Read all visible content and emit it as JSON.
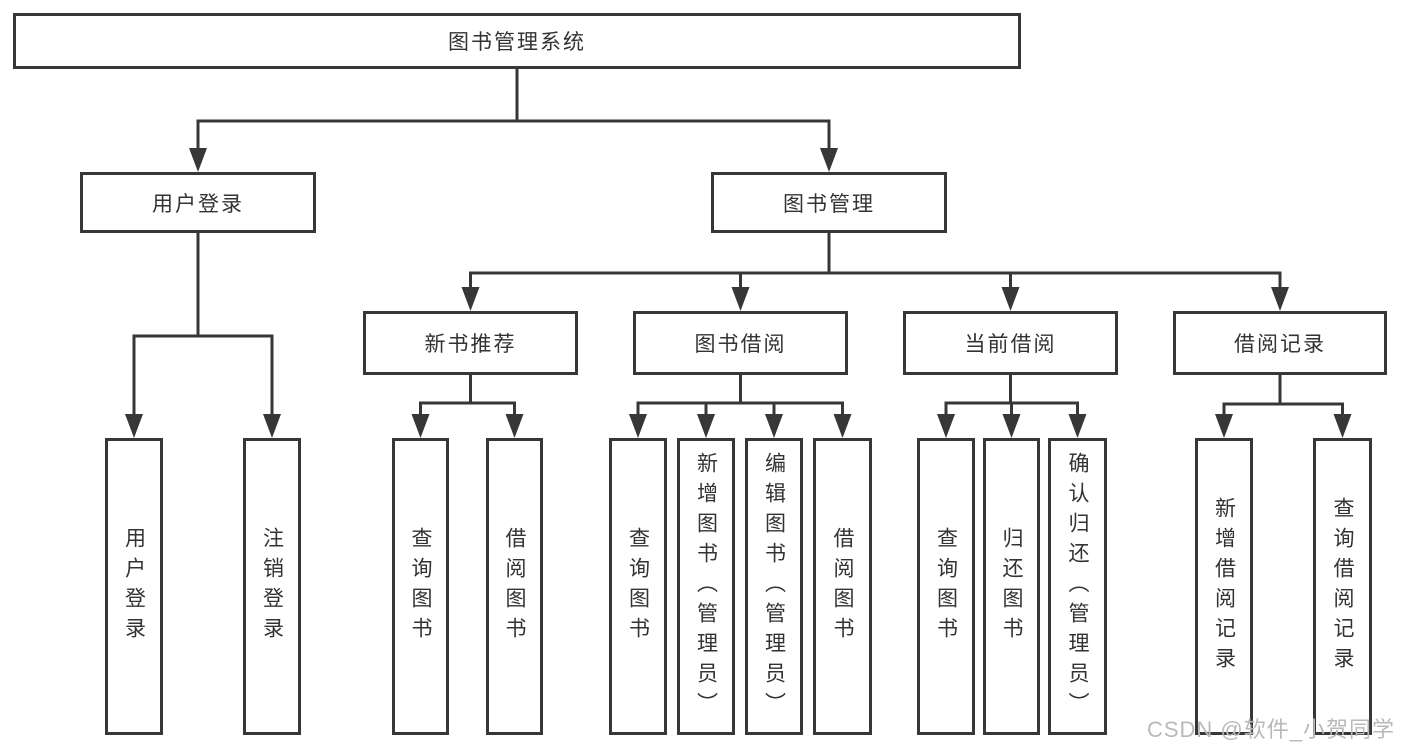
{
  "nodes": {
    "root": {
      "label": "图书管理系统"
    },
    "user_login_branch": {
      "label": "用户登录"
    },
    "book_management": {
      "label": "图书管理"
    },
    "new_book_recommend": {
      "label": "新书推荐"
    },
    "book_borrowing": {
      "label": "图书借阅"
    },
    "current_borrowing": {
      "label": "当前借阅"
    },
    "borrowing_records": {
      "label": "借阅记录"
    },
    "user_login": {
      "label": "用户登录"
    },
    "logout_login": {
      "label": "注销登录"
    },
    "query_book_a": {
      "label": "查询图书"
    },
    "borrow_book_a": {
      "label": "借阅图书"
    },
    "query_book_b": {
      "label": "查询图书"
    },
    "add_book_admin": {
      "label": "新增图书（管理员）"
    },
    "edit_book_admin": {
      "label": "编辑图书（管理员）"
    },
    "borrow_book_b": {
      "label": "借阅图书"
    },
    "query_book_c": {
      "label": "查询图书"
    },
    "return_book": {
      "label": "归还图书"
    },
    "confirm_return_admin": {
      "label": "确认归还（管理员）"
    },
    "add_borrow_record": {
      "label": "新增借阅记录"
    },
    "query_borrow_record": {
      "label": "查询借阅记录"
    }
  },
  "edges": [
    {
      "from": "root",
      "to": [
        "user_login_branch",
        "book_management"
      ]
    },
    {
      "from": "user_login_branch",
      "to": [
        "user_login",
        "logout_login"
      ]
    },
    {
      "from": "book_management",
      "to": [
        "new_book_recommend",
        "book_borrowing",
        "current_borrowing",
        "borrowing_records"
      ]
    },
    {
      "from": "new_book_recommend",
      "to": [
        "query_book_a",
        "borrow_book_a"
      ]
    },
    {
      "from": "book_borrowing",
      "to": [
        "query_book_b",
        "add_book_admin",
        "edit_book_admin",
        "borrow_book_b"
      ]
    },
    {
      "from": "current_borrowing",
      "to": [
        "query_book_c",
        "return_book",
        "confirm_return_admin"
      ]
    },
    {
      "from": "borrowing_records",
      "to": [
        "add_borrow_record",
        "query_borrow_record"
      ]
    }
  ],
  "watermark": {
    "text": "CSDN @软件_小贺同学"
  },
  "colors": {
    "line": "#373737",
    "text": "#333333",
    "background": "#ffffff",
    "watermark": "#b9b9b9"
  }
}
